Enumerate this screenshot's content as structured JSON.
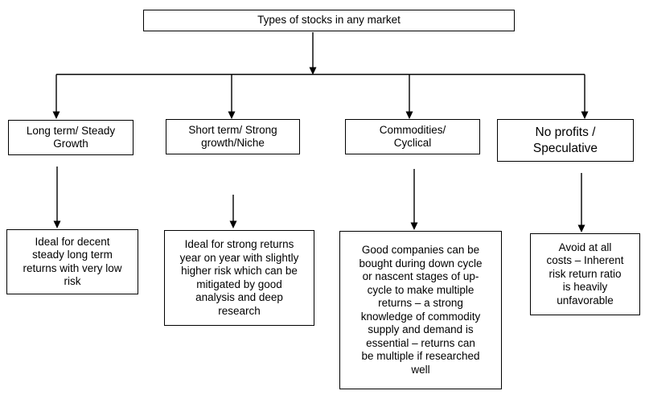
{
  "diagram": {
    "title": "Types of stocks in any market",
    "colors": {
      "line": "#000000",
      "background": "#ffffff",
      "text": "#000000"
    },
    "categories": [
      {
        "label": "Long term/ Steady\nGrowth",
        "description": "Ideal for decent\nsteady long term\nreturns with very low\nrisk"
      },
      {
        "label": "Short term/ Strong\ngrowth/Niche",
        "description": "Ideal for strong returns\nyear on year with slightly\nhigher risk which can be\nmitigated by good\nanalysis and deep\nresearch"
      },
      {
        "label": "Commodities/\nCyclical",
        "description": "Good companies can be\nbought during down cycle\nor nascent stages of up-\ncycle to make multiple\nreturns – a strong\nknowledge of commodity\nsupply and demand is\nessential – returns can\nbe multiple if researched\nwell"
      },
      {
        "label": "No profits /\nSpeculative",
        "description": "Avoid at all\ncosts – Inherent\nrisk return ratio\nis heavily\nunfavorable"
      }
    ]
  }
}
